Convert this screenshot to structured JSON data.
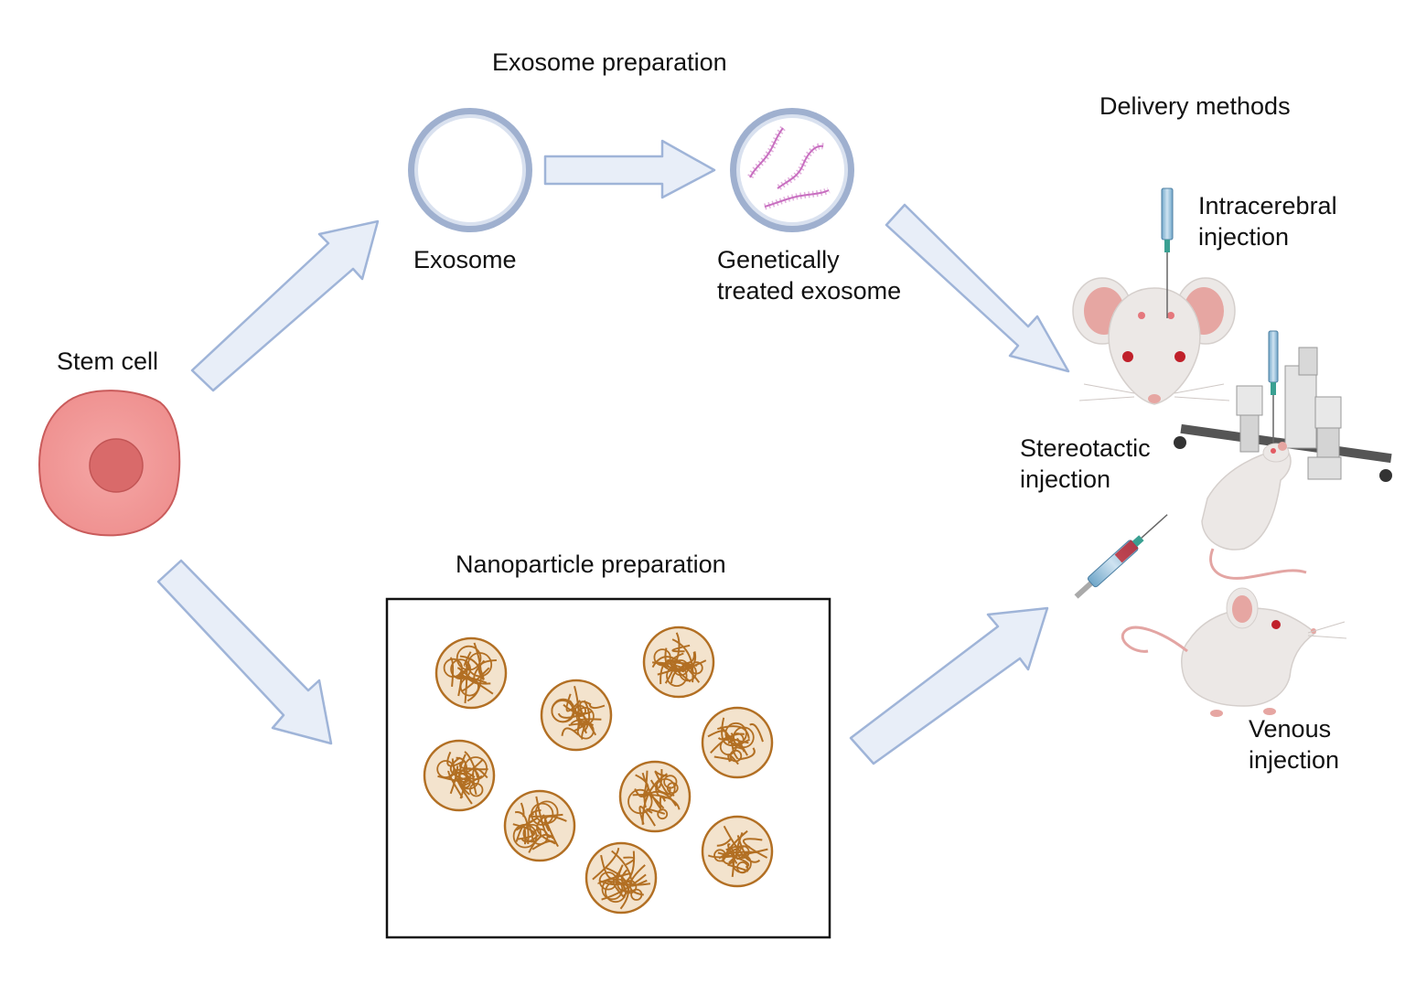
{
  "labels": {
    "stem_cell": "Stem cell",
    "exosome_preparation": "Exosome preparation",
    "exosome": "Exosome",
    "treated_line1": "Genetically",
    "treated_line2": "treated exosome",
    "nanoparticle_preparation": "Nanoparticle preparation",
    "delivery_methods": "Delivery methods",
    "intracerebral_line1": "Intracerebral",
    "intracerebral_line2": "injection",
    "stereotactic_line1": "Stereotactic",
    "stereotactic_line2": "injection",
    "venous_line1": "Venous",
    "venous_line2": "injection"
  },
  "colors": {
    "arrow_fill": "#e8eef8",
    "arrow_stroke": "#9fb4d8",
    "cell_fill": "#f19a9a",
    "cell_nucleus": "#d96a6a",
    "exosome_ring": "#9fb0cf",
    "rna": "#c86ec0",
    "nanoparticle": "#b26f23",
    "mouse_body": "#ece8e6",
    "mouse_ear": "#e6a6a2",
    "mouse_eye": "#c0202a"
  },
  "nanoparticle_count": 9
}
